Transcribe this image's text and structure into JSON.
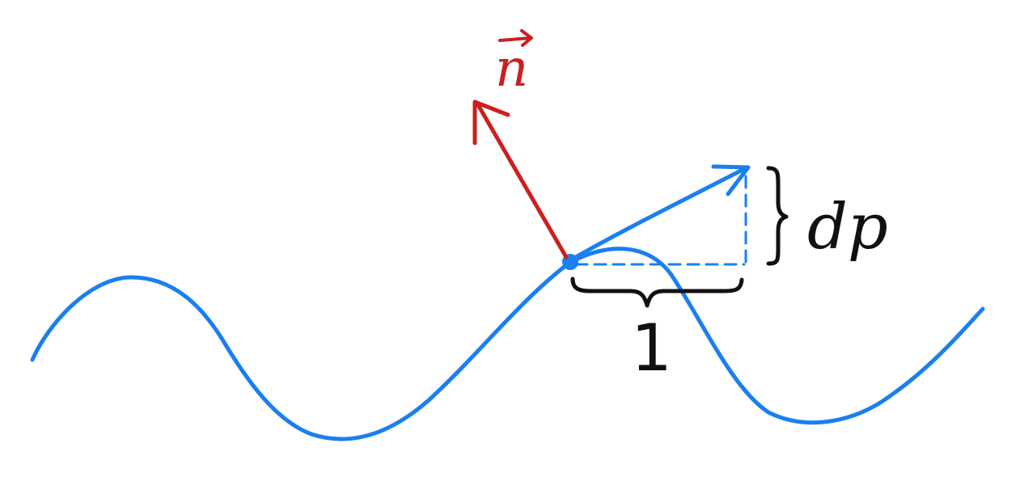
{
  "labels": {
    "normal": "n",
    "slope": "dp",
    "unit": "1"
  },
  "colors": {
    "curve": "#1a7ff0",
    "normal": "#cc1f1f",
    "ink": "#111111",
    "background": "#ffffff"
  },
  "icons": {
    "normal_vector_arrow": "arrow-icon",
    "vector_accent": "overhead-arrow-icon"
  }
}
